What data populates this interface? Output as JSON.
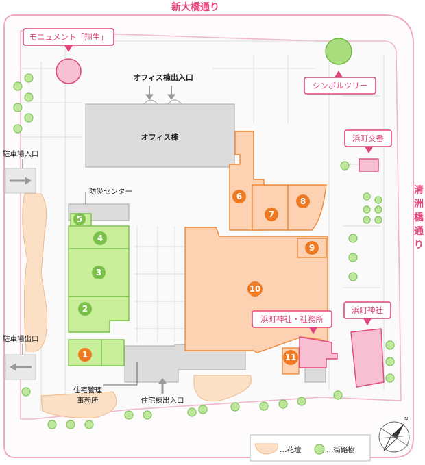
{
  "streets": {
    "north": "新大橋通り",
    "east": [
      "清",
      "洲",
      "橋",
      "通",
      "り"
    ]
  },
  "callouts": {
    "monument": "モニュメント「翔生」",
    "symbol_tree": "シンボルツリー",
    "police_box": "浜町交番",
    "shrine": "浜町神社",
    "shrine_office": "浜町神社・社務所"
  },
  "labels": {
    "office_entrance": "オフィス棟出入口",
    "office_building": "オフィス棟",
    "disaster_center": "防災センター",
    "parking_entrance": "駐車場入口",
    "parking_exit": "駐車場出口",
    "residential_office_l1": "住宅管理",
    "residential_office_l2": "事務所",
    "residential_entrance": "住宅棟出入口"
  },
  "legend": {
    "flowerbed": "…花壇",
    "street_trees": "…街路樹"
  },
  "units": [
    "1",
    "2",
    "3",
    "4",
    "5",
    "6",
    "7",
    "8",
    "9",
    "10",
    "11"
  ],
  "colors": {
    "pink": "#e0467e",
    "orange": "#ee7a24",
    "green": "#7cc04c",
    "gray": "#dcdcdc"
  }
}
